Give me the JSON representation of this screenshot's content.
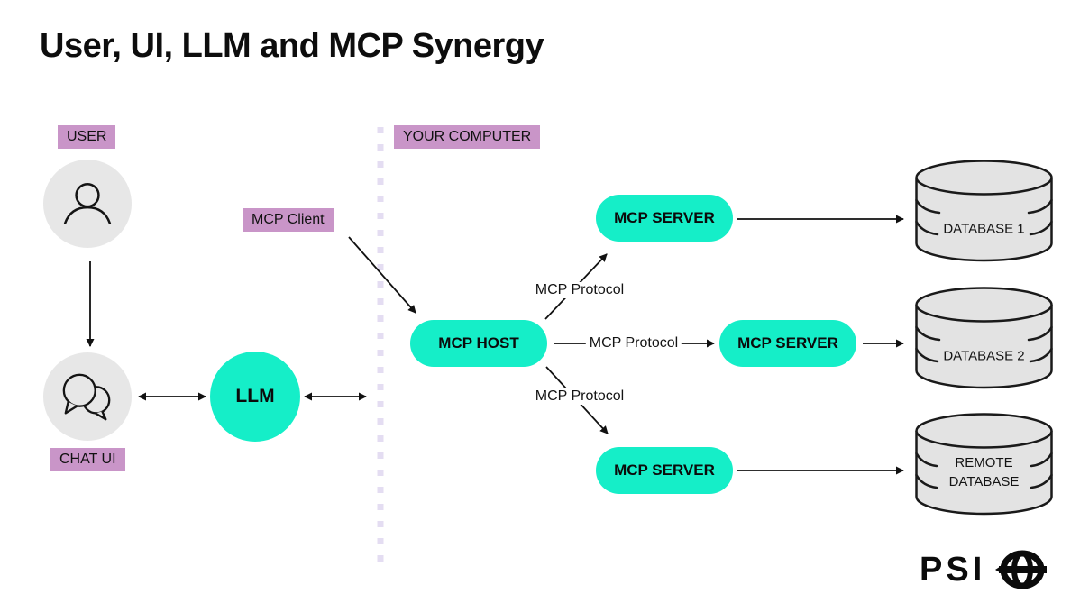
{
  "title": "User, UI, LLM and MCP Synergy",
  "badges": {
    "user": "USER",
    "chat_ui": "CHAT UI",
    "your_computer": "YOUR COMPUTER",
    "mcp_client": "MCP Client"
  },
  "nodes": {
    "llm": "LLM",
    "mcp_host": "MCP HOST",
    "mcp_server_top": "MCP SERVER",
    "mcp_server_middle": "MCP SERVER",
    "mcp_server_bottom": "MCP SERVER"
  },
  "edge_labels": {
    "protocol_top": "MCP Protocol",
    "protocol_middle": "MCP Protocol",
    "protocol_bottom": "MCP Protocol"
  },
  "databases": {
    "db1": "DATABASE 1",
    "db2": "DATABASE 2",
    "remote_line1": "REMOTE",
    "remote_line2": "DATABASE"
  },
  "logo": {
    "text": "PSI"
  },
  "colors": {
    "accent_teal": "#15eec8",
    "badge_pink": "#c995c8",
    "boundary_lavender": "#e4ddf2",
    "node_gray": "#e7e7e7",
    "database_gray": "#e3e3e3",
    "ink": "#111111"
  }
}
